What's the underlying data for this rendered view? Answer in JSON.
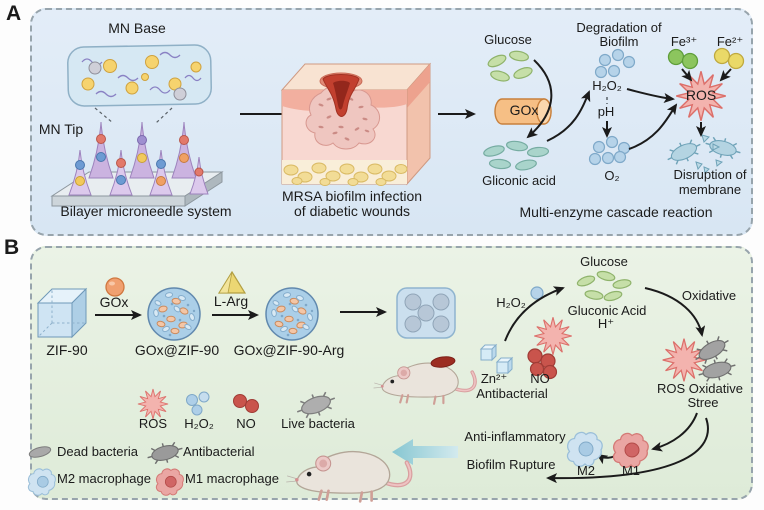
{
  "figure": {
    "panel_a_letter": "A",
    "panel_b_letter": "B"
  },
  "panelA": {
    "mn_base": "MN Base",
    "mn_tip": "MN Tip",
    "caption_microneedle": "Bilayer microneedle system",
    "caption_wound_line1": "MRSA biofilm infection",
    "caption_wound_line2": "of diabetic wounds",
    "glucose": "Glucose",
    "gox": "GOx",
    "gliconic_acid": "Gliconic acid",
    "degradation_line1": "Degradation of",
    "degradation_line2": "Biofilm",
    "h2o2": "H₂O₂",
    "ph": "pH",
    "o2": "O₂",
    "fe3": "Fe³⁺",
    "fe2": "Fe²⁺",
    "ros": "ROS",
    "disruption_line1": "Disruption of",
    "disruption_line2": "membrane",
    "caption_cascade": "Multi-enzyme cascade reaction"
  },
  "panelB": {
    "zif90": "ZIF-90",
    "gox_step": "GOx",
    "gox_zif90": "GOx@ZIF-90",
    "larg_step": "L-Arg",
    "gox_zif90_arg": "GOx@ZIF-90-Arg",
    "h2o2": "H₂O₂",
    "glucose": "Glucose",
    "gluconic_line1": "Gluconic Acid",
    "gluconic_line2": "H⁺",
    "oxidative": "Oxidative",
    "ros_stress_line1": "ROS Oxidative",
    "ros_stress_line2": "Stree",
    "zn": "Zn²⁺",
    "no": "NO",
    "antibacterial": "Antibacterial",
    "anti_inflammatory": "Anti-inflammatory",
    "biofilm_rupture": "Biofilm Rupture",
    "m2": "M2",
    "m1": "M1"
  },
  "legend": {
    "ros": "ROS",
    "h2o2": "H₂O₂",
    "no": "NO",
    "live_bacteria": "Live bacteria",
    "dead_bacteria": "Dead bacteria",
    "antibacterial": "Antibacterial",
    "m2_macrophage": "M2 macrophage",
    "m1_macrophage": "M1 macrophage"
  },
  "colors": {
    "panel_a_bg": "#dde9f5",
    "panel_b_bg": "#e6f0e1",
    "ros_burst": "#f3b3ae",
    "teal_arrow": "#a9d7de",
    "m1_cell": "#eaa6a3",
    "m2_cell": "#cfe3f1",
    "microneedle_purple": "#d5c2e6",
    "gox_orange": "#f6bf85"
  }
}
